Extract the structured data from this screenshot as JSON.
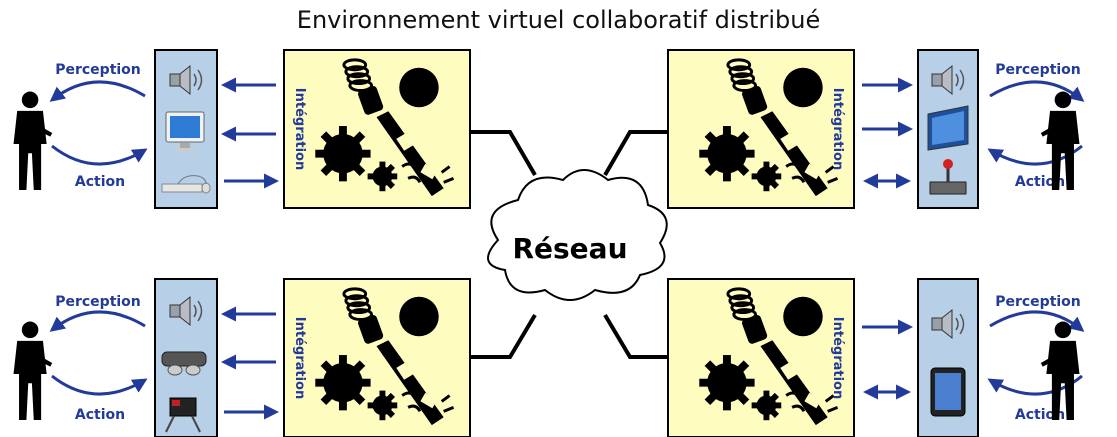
{
  "title": "Environnement virtuel collaboratif distribué",
  "network_label": "Réseau",
  "integration_label": "Intégration",
  "perception_label": "Perception",
  "action_label": "Action",
  "colors": {
    "accent": "#223a9a",
    "panel_fill": "#fffcc0",
    "device_panel_fill": "#b8cfe8",
    "ink": "#000000"
  },
  "stations": [
    {
      "position": "top-left",
      "devices": [
        "speaker-icon",
        "monitor-icon",
        "keyboard-mouse-icon"
      ]
    },
    {
      "position": "top-right",
      "devices": [
        "speaker-icon",
        "flat-screen-icon",
        "joystick-icon"
      ]
    },
    {
      "position": "bottom-left",
      "devices": [
        "speaker-icon",
        "vr-headset-icon",
        "tracking-camera-icon"
      ]
    },
    {
      "position": "bottom-right",
      "devices": [
        "speaker-icon",
        "tablet-icon"
      ]
    }
  ]
}
